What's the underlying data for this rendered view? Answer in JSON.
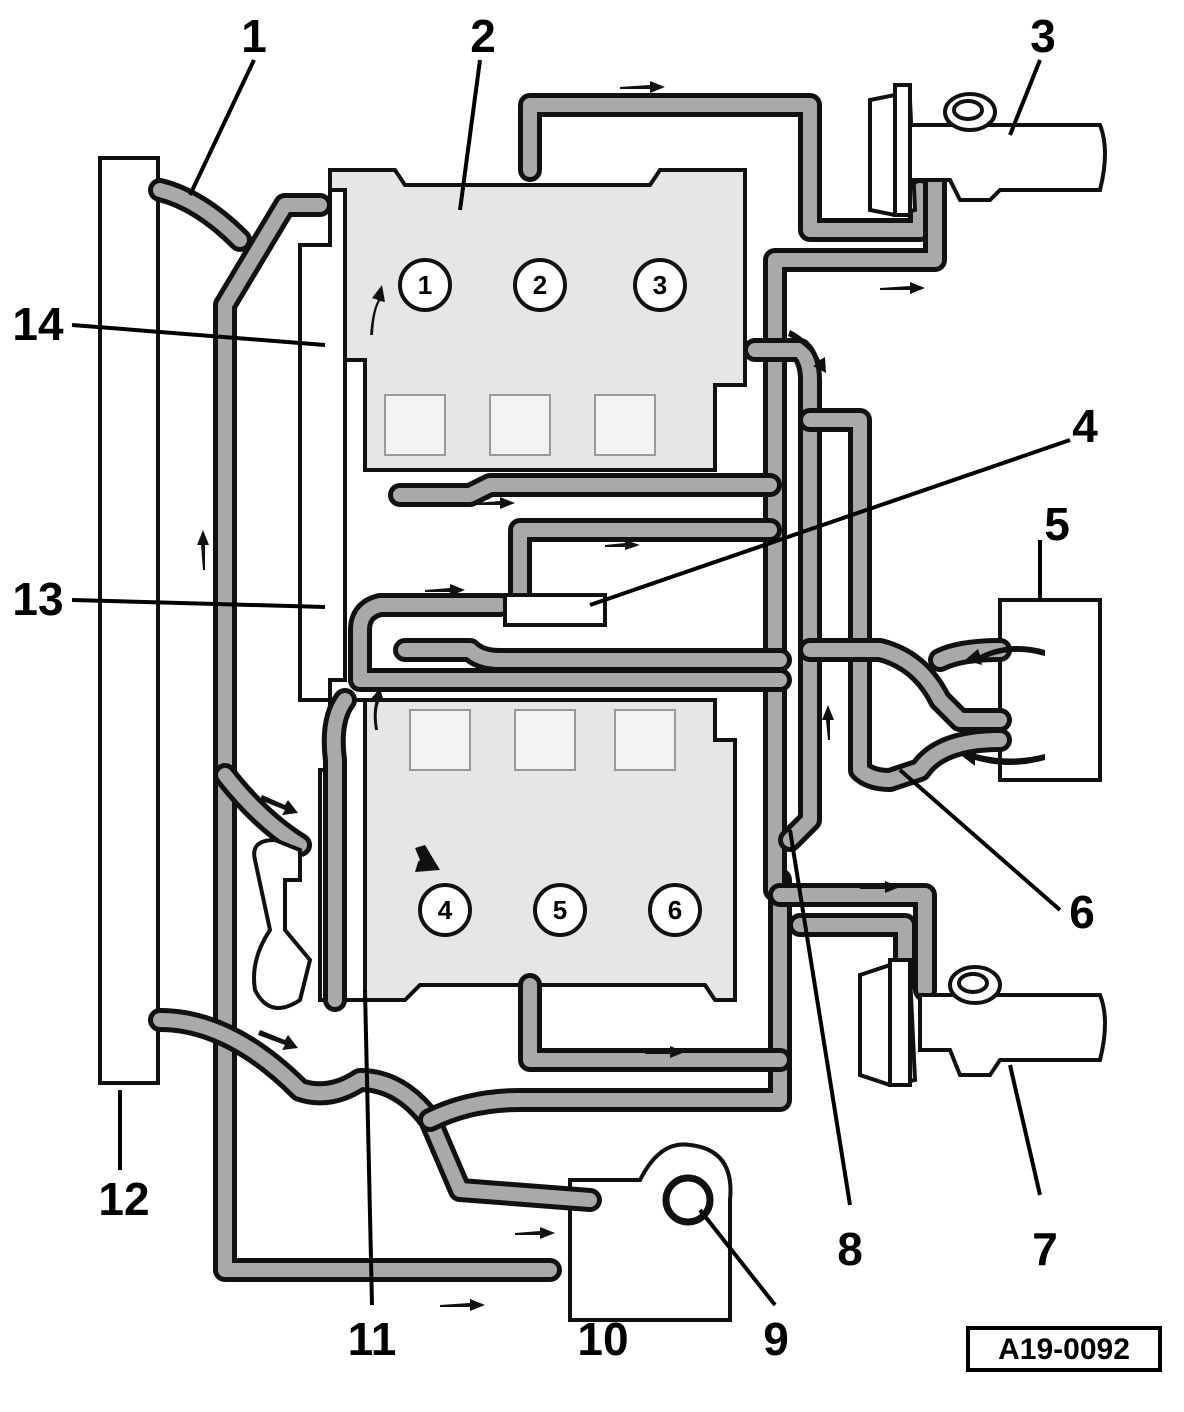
{
  "callouts": {
    "c1": "1",
    "c2": "2",
    "c3": "3",
    "c4": "4",
    "c5": "5",
    "c6": "6",
    "c7": "7",
    "c8": "8",
    "c9": "9",
    "c10": "10",
    "c11": "11",
    "c12": "12",
    "c13": "13",
    "c14": "14"
  },
  "cylinders": {
    "cyl1": "1",
    "cyl2": "2",
    "cyl3": "3",
    "cyl4": "4",
    "cyl5": "5",
    "cyl6": "6"
  },
  "figure_reference": "A19-0092",
  "colors": {
    "hose_fill": "#a9a9a9",
    "outline": "#111111",
    "background": "#ffffff"
  }
}
